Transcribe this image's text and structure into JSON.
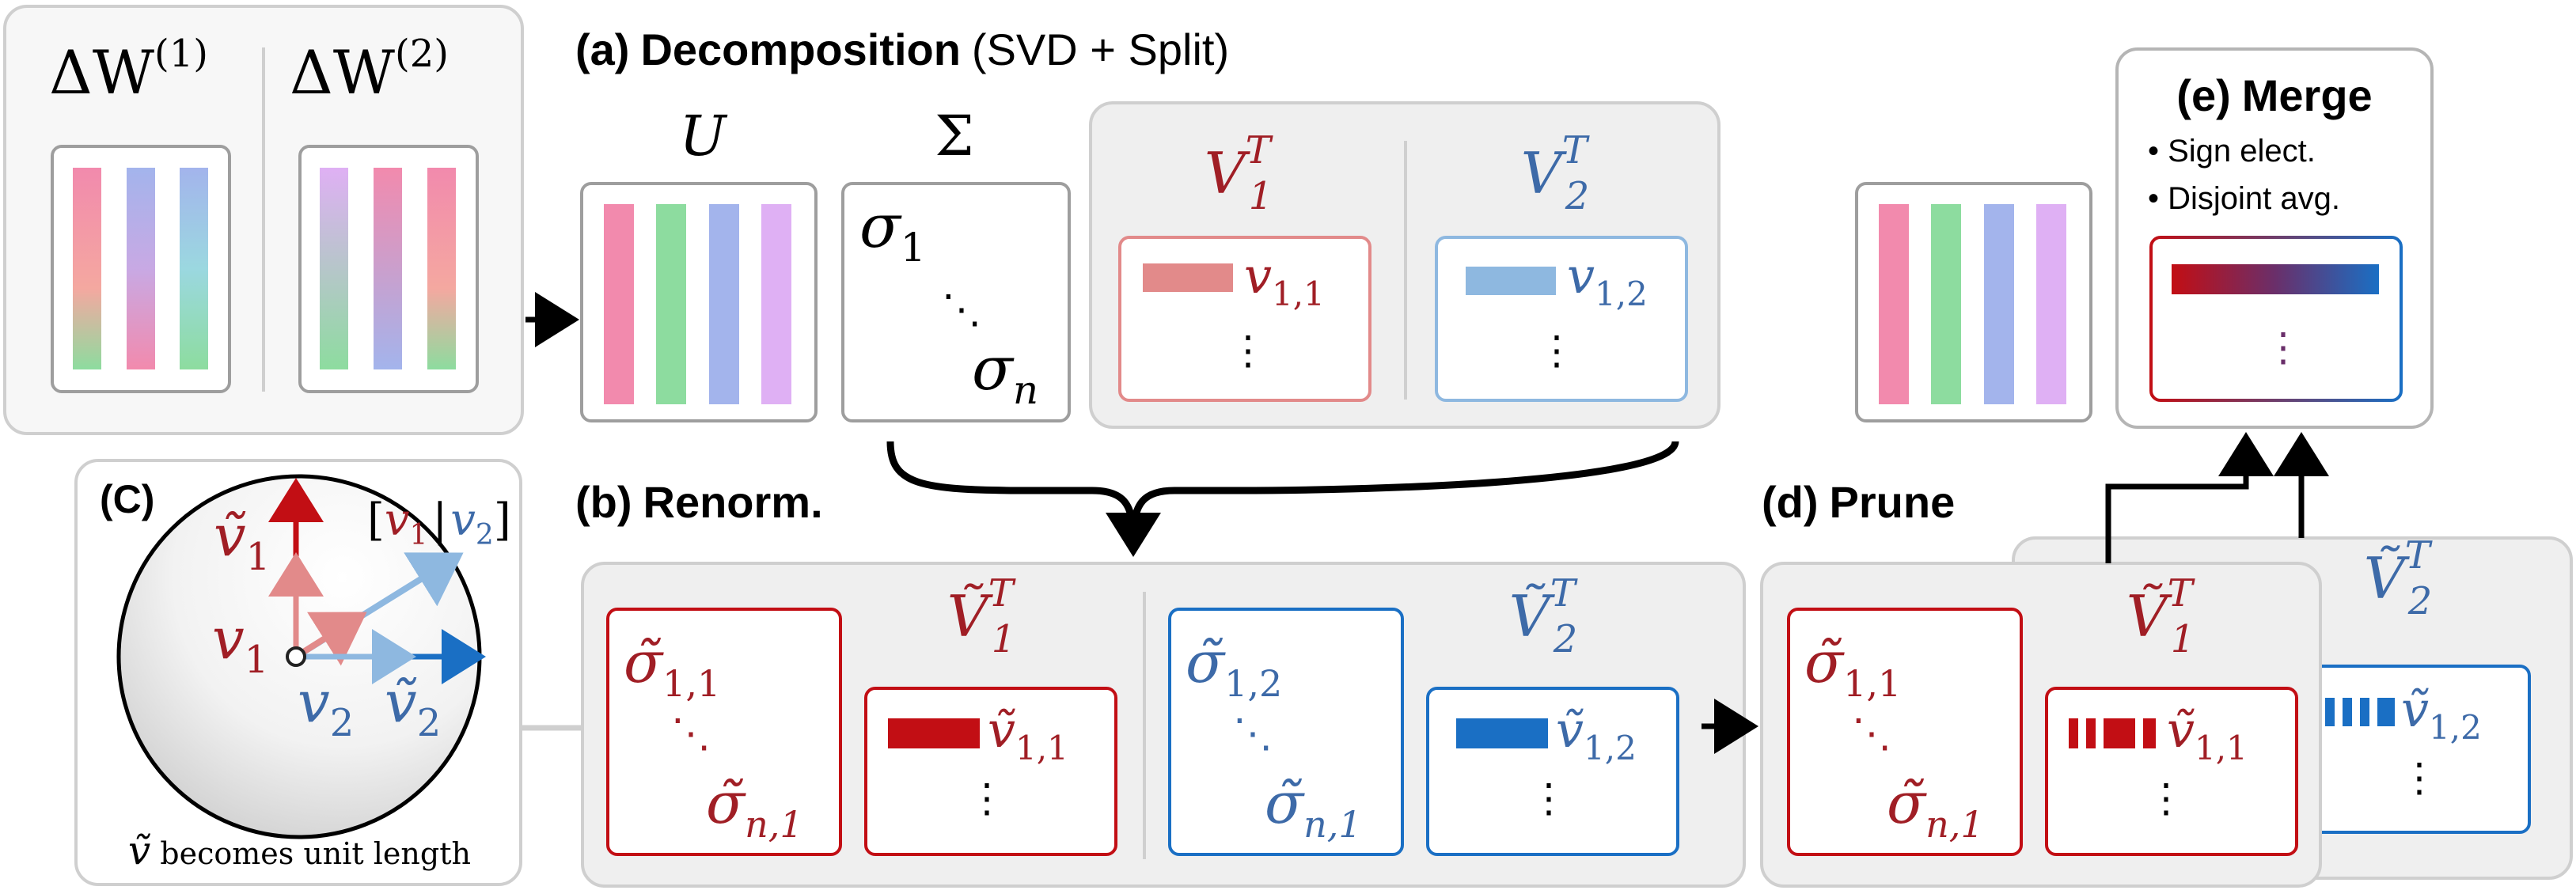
{
  "colors": {
    "red": "#a01e25",
    "blue": "#3d6aa8",
    "bright_red": "#c20e14",
    "bright_blue": "#1a6fc4",
    "panel_gray": "#efefef",
    "panel_border": "#bdbdbd",
    "card_border": "#9e9e9e",
    "pink_bar": "#f28aad",
    "green_bar": "#8ddc9f",
    "blue_bar": "#a3b4ec",
    "lilac_bar": "#dfb0f4"
  },
  "top_left": {
    "dw1": "ΔW",
    "dw1_sup": "(1)",
    "dw2": "ΔW",
    "dw2_sup": "(2)"
  },
  "panel_a": {
    "tag": "(a)",
    "title": "Decomposition",
    "subtitle": "(SVD + Split)",
    "u_label": "U",
    "sigma_label": "Σ",
    "sigma_1": "σ",
    "sigma_1_sub": "1",
    "dots_diag": "⋱",
    "sigma_n": "σ",
    "sigma_n_sub": "n",
    "v1t": "V",
    "v1t_sub": "1",
    "v1t_sup": "T",
    "v2t": "V",
    "v2t_sub": "2",
    "v2t_sup": "T",
    "v11": "v",
    "v11_sub": "1,1",
    "v12": "v",
    "v12_sub": "1,2",
    "vdots": "⋮"
  },
  "panel_b": {
    "tag": "(b)",
    "title": "Renorm.",
    "s11": "σ̃",
    "s11_sub": "1,1",
    "sn1": "σ̃",
    "sn1_sub": "n,1",
    "s12": "σ̃",
    "s12_sub": "1,2",
    "sn1b": "σ̃",
    "sn1b_sub": "n,1",
    "v1t": "Ṽ",
    "v1t_sub": "1",
    "v1t_sup": "T",
    "v2t": "Ṽ",
    "v2t_sub": "2",
    "v2t_sup": "T",
    "v11": "ṽ",
    "v11_sub": "1,1",
    "v12": "ṽ",
    "v12_sub": "1,2",
    "dots_diag": "⋱",
    "vdots": "⋮"
  },
  "panel_c": {
    "tag": "(C)",
    "v1_tilde": "ṽ",
    "v1_tilde_sub": "1",
    "v1": "v",
    "v1_sub": "1",
    "v2": "v",
    "v2_sub": "2",
    "v2_tilde": "ṽ",
    "v2_tilde_sub": "2",
    "concat_open": "[",
    "concat_v1": "v",
    "concat_v1_sub": "1",
    "concat_bar": "|",
    "concat_v2": "v",
    "concat_v2_sub": "2",
    "concat_close": "]",
    "caption_sym": "ṽ",
    "caption_text": "becomes unit length"
  },
  "panel_d": {
    "tag": "(d)",
    "title": "Prune",
    "s11": "σ̃",
    "s11_sub": "1,1",
    "sn1": "σ̃",
    "sn1_sub": "n,1",
    "v1t": "Ṽ",
    "v1t_sub": "1",
    "v1t_sup": "T",
    "v2t": "Ṽ",
    "v2t_sub": "2",
    "v2t_sup": "T",
    "v11": "ṽ",
    "v11_sub": "1,1",
    "v12": "ṽ",
    "v12_sub": "1,2",
    "dots_diag": "⋱",
    "vdots": "⋮"
  },
  "panel_e": {
    "tag": "(e)",
    "title": "Merge",
    "bullet1": "• Sign elect.",
    "bullet2": "• Disjoint avg.",
    "vdots": "⋮"
  }
}
